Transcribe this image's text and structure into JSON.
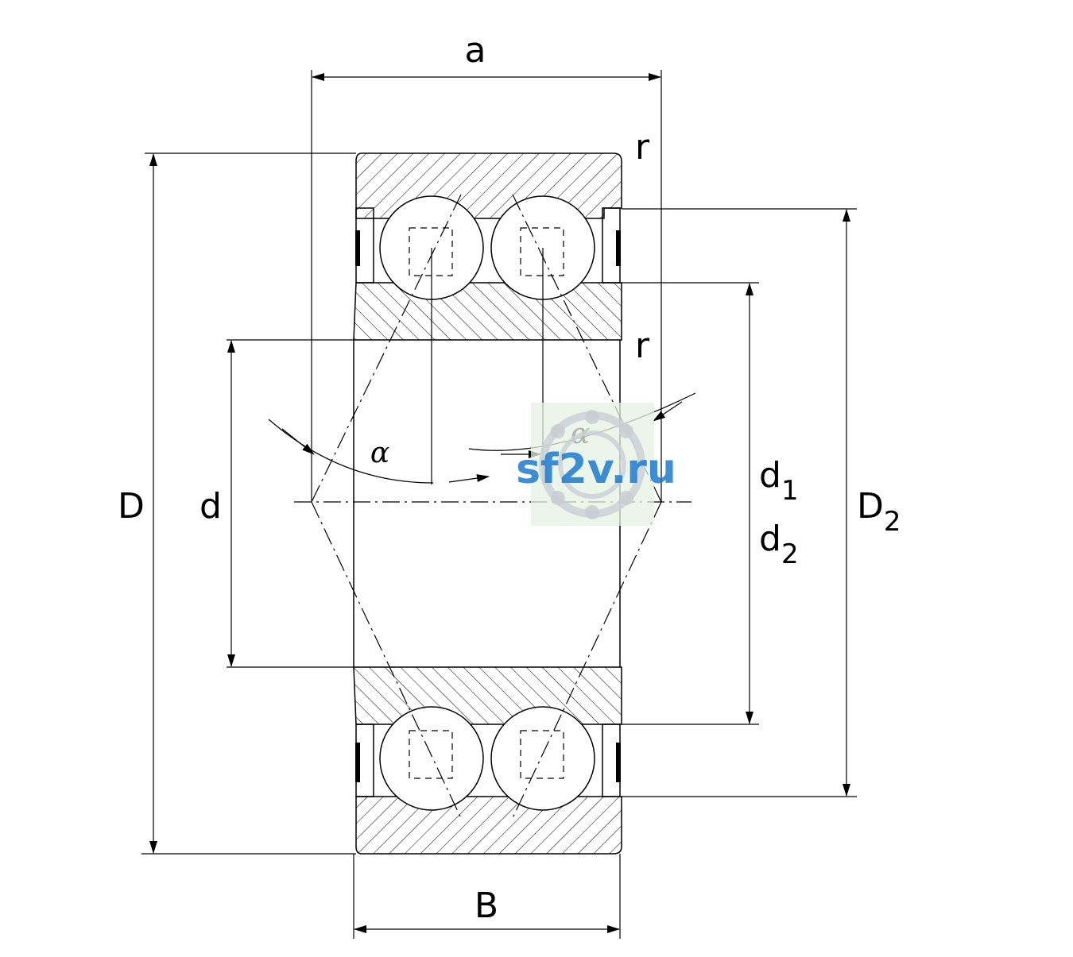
{
  "diagram": {
    "labels": {
      "a": "a",
      "r_top": "r",
      "r_mid": "r",
      "alpha_left": "α",
      "alpha_right": "α",
      "D": "D",
      "d": "d",
      "d1_base": "d",
      "d1_sub": "1",
      "d2_base": "d",
      "d2_sub": "2",
      "D2_base": "D",
      "D2_sub": "2",
      "B": "B"
    },
    "watermark": {
      "text": "sf2v.ru",
      "color": "#1d7bd0"
    }
  }
}
